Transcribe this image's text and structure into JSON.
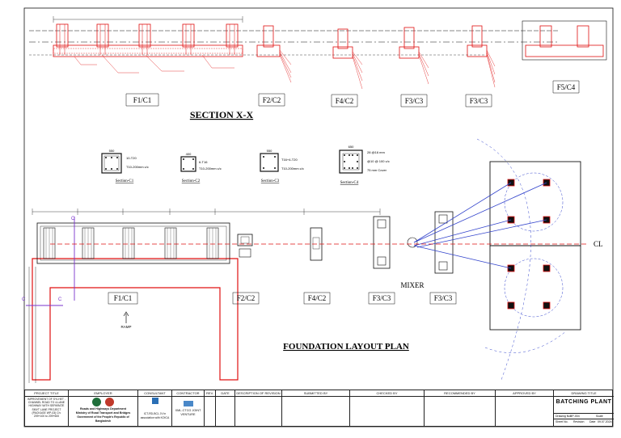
{
  "sections": {
    "labels": [
      "F1/C1",
      "F2/C2",
      "F4/C2",
      "F3/C3",
      "F3/C3",
      "F5/C4"
    ],
    "section_title": "SECTION X-X"
  },
  "column_sections": {
    "c1": {
      "name": "Section-C1",
      "dim": "550",
      "rebar": [
        "10-T20",
        "T10-200mm c/c"
      ]
    },
    "c2": {
      "name": "Section-C2",
      "dim": "400",
      "rebar": [
        "6-T16",
        "T10-200mm c/c"
      ]
    },
    "c3": {
      "name": "Section-C3",
      "dim": "550",
      "rebar": [
        "T16+4-T20",
        "T10-200mm c/c"
      ]
    },
    "c4": {
      "name": "Section-C4",
      "dim": "650",
      "rebar": [
        "28 @16 mm",
        "@10 @ 100 c/c",
        "75 mm Cover"
      ]
    }
  },
  "plan": {
    "labels": [
      "F1/C1",
      "F2/C2",
      "F4/C2",
      "F3/C3",
      "F3/C3"
    ],
    "mixer": "MIXER",
    "cl": "CL",
    "ramp": "RAMP",
    "c_mark": "C",
    "title": "FOUNDATION LAYOUT PLAN"
  },
  "title_block": {
    "project_title_head": "PROJECT TITLE",
    "project_title": "IMPROVEMENT OF SYLHET - CHANNEL ROAD TO 4-LANE HIGHWAY WITH SEPARATE SMVT LANE PROJECT (PACKAGE WP-03) Ch: 209+100 to 209+600",
    "employer_head": "EMPLOYER",
    "employer_1": "Roads and Highways Department",
    "employer_2": "Ministry of Road Transport and Bridges",
    "employer_3": "Government of the People's Republic of Bangladesh",
    "consultant_head": "CONSULTANT",
    "consultant": "ICT-RD-BCL JV in association with KOICA",
    "contractor_head": "CONTRACTOR",
    "contractor": "XML-CTCG JOINT VENTURE",
    "rev_head": "REV.",
    "date_head": "DATE",
    "desc_head": "DESCRIPTION OF REVISION",
    "submitted_head": "SUBMITTED BY",
    "checked_head": "CHECKED BY",
    "recommended_head": "RECOMMENDED BY",
    "approved_head": "APPROVED BY",
    "drawing_title_head": "DRAWING TITLE",
    "drawing_title": "BATCHING PLANT",
    "drawing_no_label": "Drawing No.",
    "drawing_no": "BP-004",
    "scale_label": "Scale",
    "sheet_label": "Sheet No.",
    "revision_label": "Revision",
    "date_label": "Date",
    "date": "09.07.2024"
  },
  "colors": {
    "line": "#111111",
    "accent": "#e01010",
    "blue": "#3344cc",
    "purple": "#7a33cc"
  }
}
